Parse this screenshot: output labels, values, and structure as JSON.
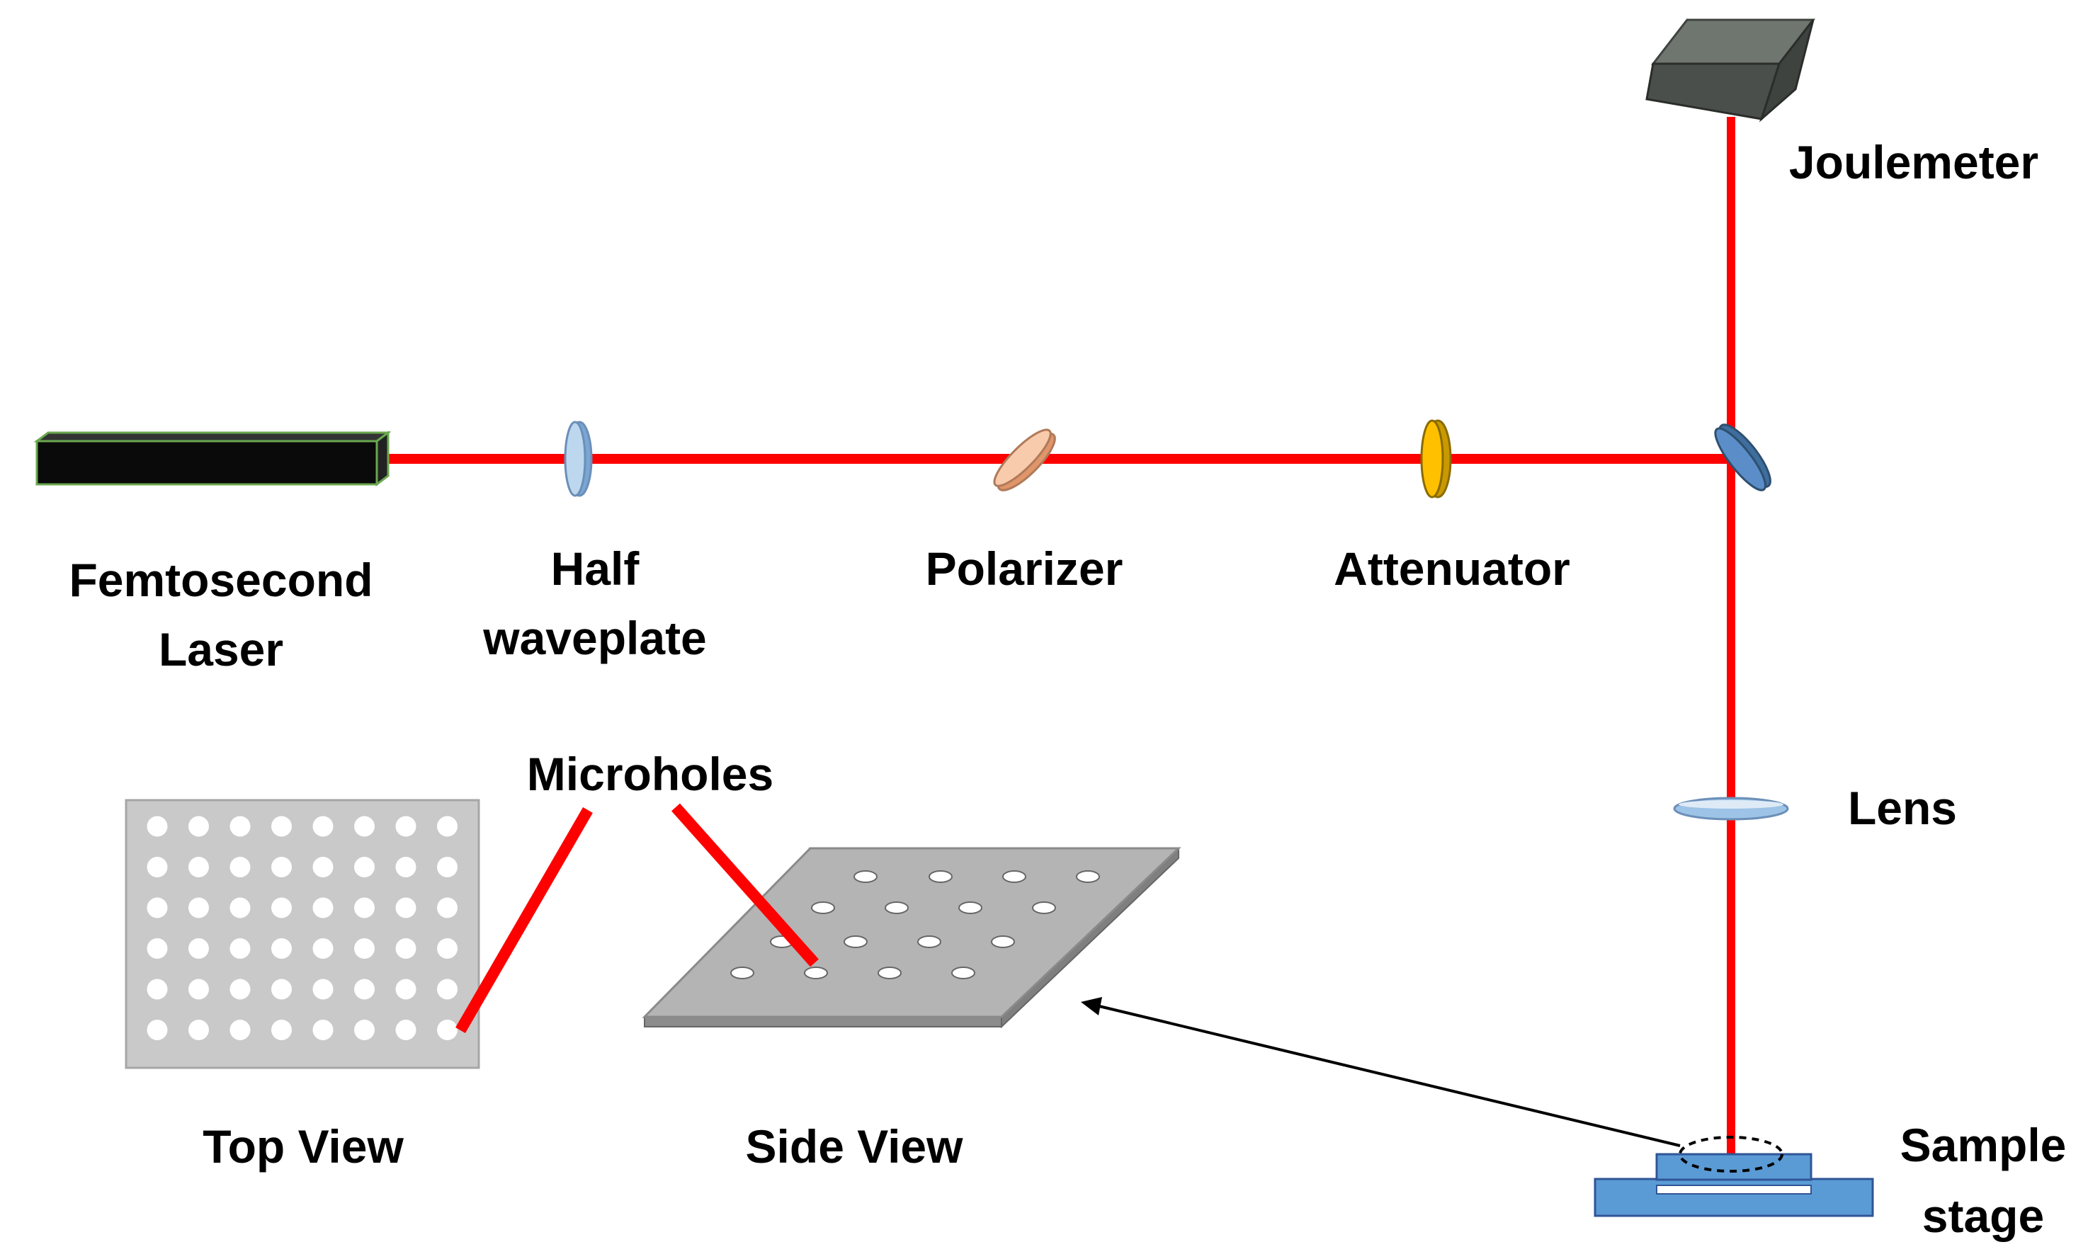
{
  "labels": {
    "laser_line1": "Femtosecond",
    "laser_line2": "Laser",
    "halfwave_line1": "Half",
    "halfwave_line2": "waveplate",
    "polarizer": "Polarizer",
    "attenuator": "Attenuator",
    "joulemeter": "Joulemeter",
    "lens": "Lens",
    "stage_line1": "Sample",
    "stage_line2": "stage",
    "microholes": "Microholes",
    "top_view": "Top View",
    "side_view": "Side View"
  },
  "colors": {
    "beam": "#ff0000",
    "laser_body": "#0a0a0a",
    "halfwave_plate": "#9dc3e6",
    "polarizer": "#f4b183",
    "attenuator": "#ffc000",
    "mirror": "#5b8ec9",
    "joulemeter": "#4b4f4b",
    "lens": "#9dc3e6",
    "stage": "#5b9bd5",
    "sample_plate": "#a6a6a6",
    "hole": "#ffffff"
  },
  "grid": {
    "rows": 6,
    "cols": 8
  }
}
